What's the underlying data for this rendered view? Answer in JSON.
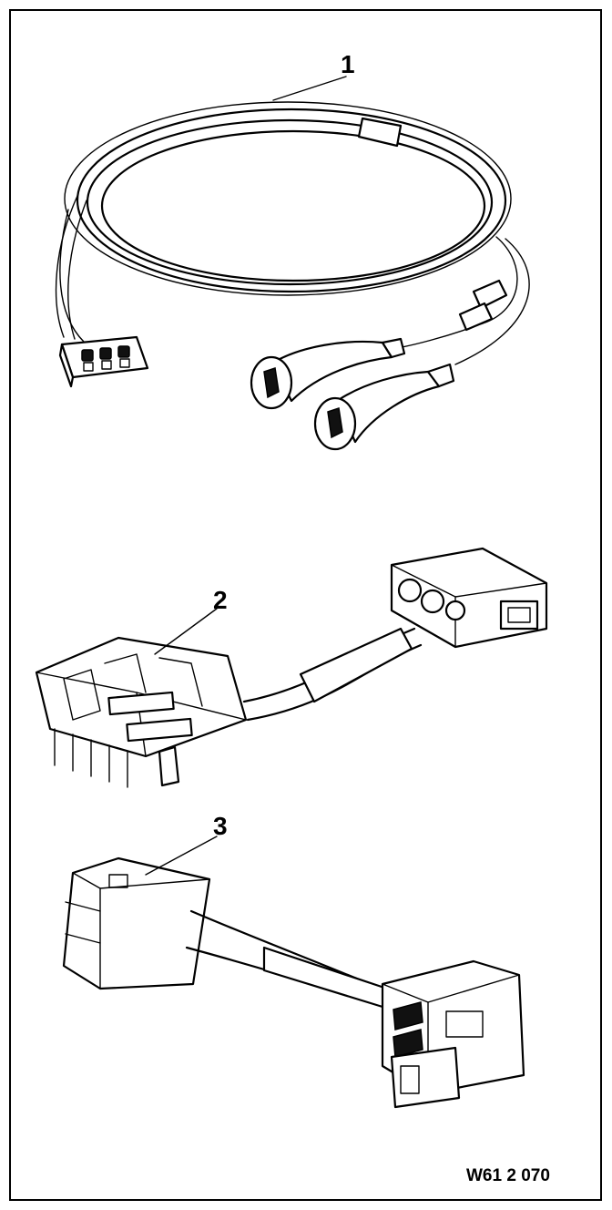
{
  "figure": {
    "callouts": [
      {
        "label": "1"
      },
      {
        "label": "2"
      },
      {
        "label": "3"
      }
    ],
    "figure_code": "W61 2 070"
  }
}
